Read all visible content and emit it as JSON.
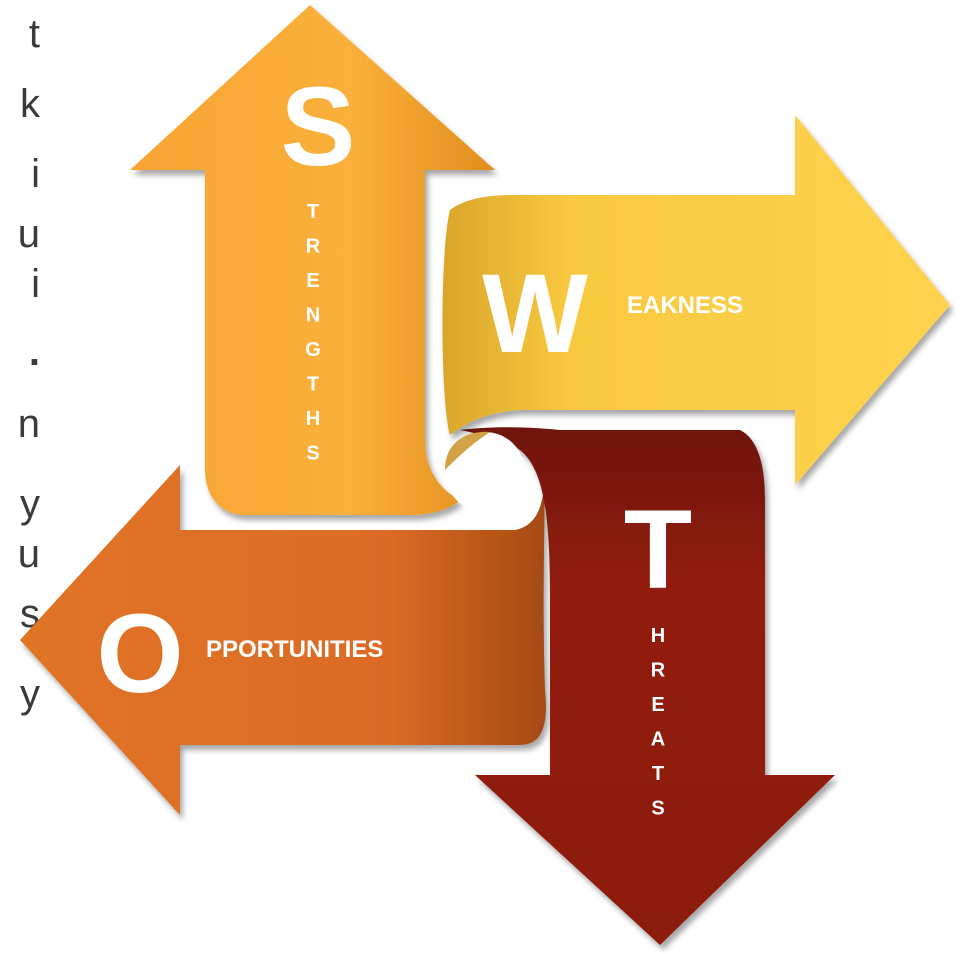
{
  "side_text": [
    "t",
    "k",
    "i",
    "u",
    "i",
    ".",
    "n",
    "y",
    "u",
    "s",
    "y"
  ],
  "strengths": {
    "letter": "S",
    "rest": "TRENGTHS",
    "color": "#f9a531"
  },
  "weakness": {
    "letter": "W",
    "rest": "EAKNESS",
    "color": "#f7c73b"
  },
  "threats": {
    "letter": "T",
    "rest": "HREATS",
    "color": "#8f1f0f"
  },
  "opportunities": {
    "letter": "O",
    "rest": "PPORTUNITIES",
    "color": "#dc6b25"
  }
}
